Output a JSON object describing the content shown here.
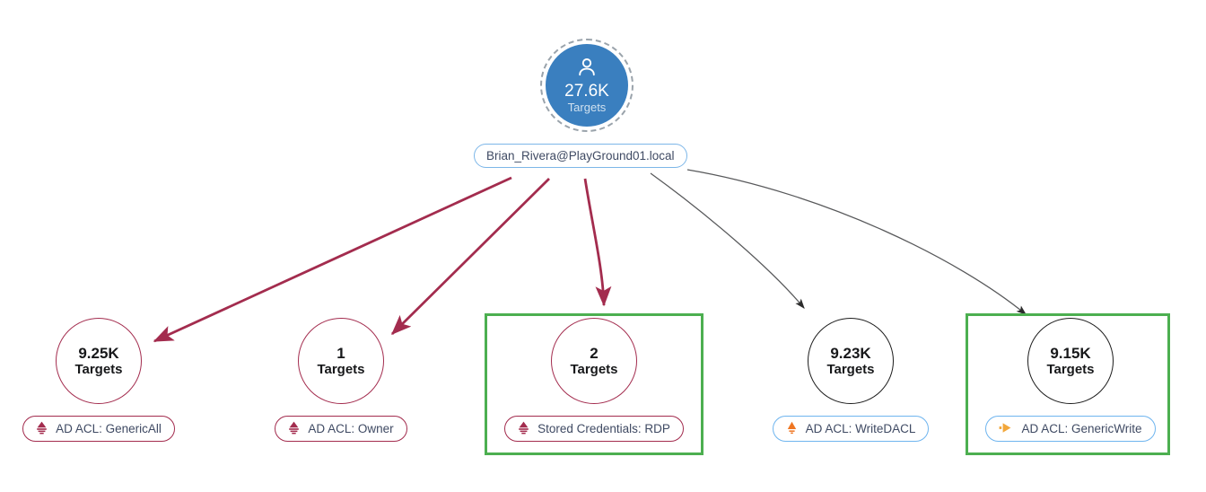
{
  "graph": {
    "root": {
      "icon": "user-icon",
      "count": "27.6K",
      "unit": "Targets",
      "label": "Brian_Rivera@PlayGround01.local",
      "fill_color": "#3a7fbf",
      "label_border_color": "#7cb6e8"
    },
    "edge_colors": {
      "primary": "#a32c4e",
      "secondary": "#58595b"
    },
    "highlight_color": "#4caf50",
    "nodes": [
      {
        "count": "9.25K",
        "unit": "Targets",
        "label": "AD ACL: GenericAll",
        "icon": "acl-pyramid-icon",
        "icon_color": "#a32c4e",
        "circle_color": "#a32c4e",
        "pill_border_color": "#a32c4e",
        "edge_color": "#a32c4e",
        "highlighted": false
      },
      {
        "count": "1",
        "unit": "Targets",
        "label": "AD ACL: Owner",
        "icon": "acl-pyramid-icon",
        "icon_color": "#a32c4e",
        "circle_color": "#a32c4e",
        "pill_border_color": "#a32c4e",
        "edge_color": "#a32c4e",
        "highlighted": false
      },
      {
        "count": "2",
        "unit": "Targets",
        "label": "Stored Credentials: RDP",
        "icon": "acl-pyramid-icon",
        "icon_color": "#a32c4e",
        "circle_color": "#a32c4e",
        "pill_border_color": "#a32c4e",
        "edge_color": "#a32c4e",
        "highlighted": true
      },
      {
        "count": "9.23K",
        "unit": "Targets",
        "label": "AD ACL: WriteDACL",
        "icon": "acl-triangle-icon",
        "icon_color": "#ef7622",
        "circle_color": "#1c1c1c",
        "pill_border_color": "#6fb5ef",
        "edge_color": "#58595b",
        "highlighted": false
      },
      {
        "count": "9.15K",
        "unit": "Targets",
        "label": "AD ACL: GenericWrite",
        "icon": "acl-play-icon",
        "icon_color": "#f2a73b",
        "circle_color": "#1c1c1c",
        "pill_border_color": "#6fb5ef",
        "edge_color": "#58595b",
        "highlighted": true
      }
    ]
  }
}
